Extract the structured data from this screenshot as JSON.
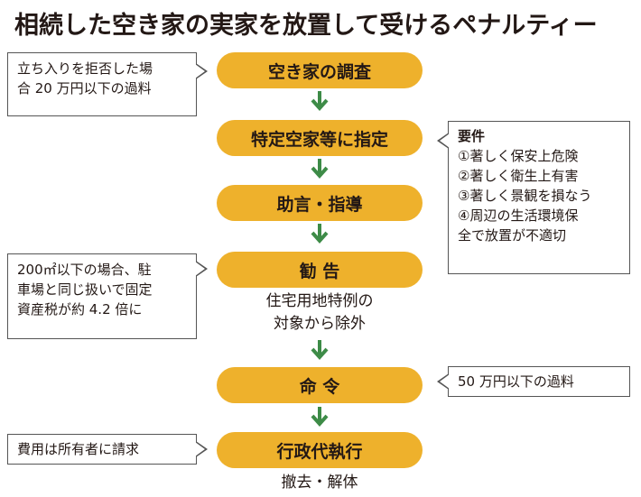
{
  "title": "相続した空き家の実家を放置して受けるペナルティー",
  "steps": [
    {
      "label": "空き家の調査"
    },
    {
      "label": "特定空家等に指定"
    },
    {
      "label": "助言・指導"
    },
    {
      "label": "勧 告"
    },
    {
      "label": "命 令"
    },
    {
      "label": "行政代執行"
    }
  ],
  "subtexts": {
    "kankoku": [
      "住宅用地特例の",
      "対象から除外"
    ],
    "daishikkou": "撤去・解体"
  },
  "notes": {
    "survey_refusal": [
      "立ち入りを拒否した場",
      "合 20 万円以下の過料"
    ],
    "requirements": {
      "heading": "要件",
      "items": [
        "①著しく保安上危険",
        "②著しく衛生上有害",
        "③著しく景観を損なう",
        "④周辺の生活環境保",
        "全で放置が不適切"
      ]
    },
    "land_tax": [
      "200㎡以下の場合、駐",
      "車場と同じ扱いで固定",
      "資産税が約 4.2 倍に"
    ],
    "order_fine": "50 万円以下の過料",
    "cost": "費用は所有者に請求"
  },
  "colors": {
    "pill": "#eeb12c",
    "arrow": "#3d8b47",
    "border": "#555555"
  }
}
